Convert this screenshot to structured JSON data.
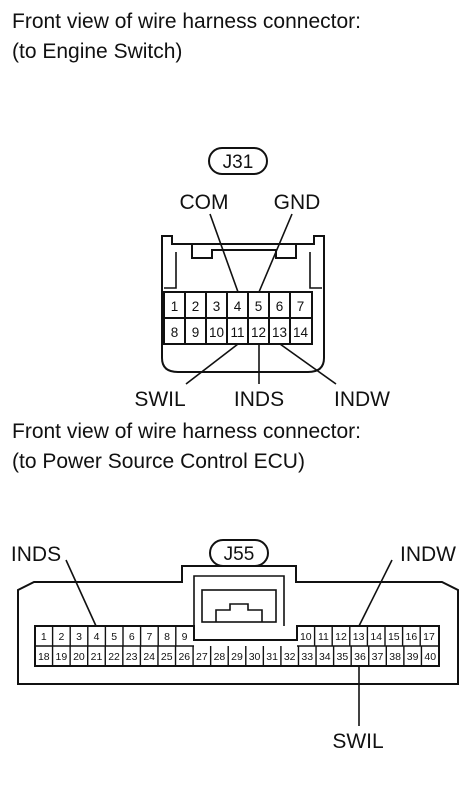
{
  "connector_1": {
    "caption_line1": "Front view of wire harness connector:",
    "caption_line2": "(to Engine Switch)",
    "id": "J31",
    "pins_row1": [
      "1",
      "2",
      "3",
      "4",
      "5",
      "6",
      "7"
    ],
    "pins_row2": [
      "8",
      "9",
      "10",
      "11",
      "12",
      "13",
      "14"
    ],
    "labels": {
      "com": "COM",
      "gnd": "GND",
      "swil": "SWIL",
      "inds": "INDS",
      "indw": "INDW"
    }
  },
  "connector_2": {
    "caption_line1": "Front view of wire harness connector:",
    "caption_line2": "(to Power Source Control ECU)",
    "id": "J55",
    "pins_row1_left": [
      "1",
      "2",
      "3",
      "4",
      "5",
      "6",
      "7",
      "8",
      "9"
    ],
    "pins_row1_right": [
      "10",
      "11",
      "12",
      "13",
      "14",
      "15",
      "16",
      "17"
    ],
    "pins_row2": [
      "18",
      "19",
      "20",
      "21",
      "22",
      "23",
      "24",
      "25",
      "26",
      "27",
      "28",
      "29",
      "30",
      "31",
      "32",
      "33",
      "34",
      "35",
      "36",
      "37",
      "38",
      "39",
      "40"
    ],
    "labels": {
      "inds": "INDS",
      "indw": "INDW",
      "swil": "SWIL"
    }
  }
}
